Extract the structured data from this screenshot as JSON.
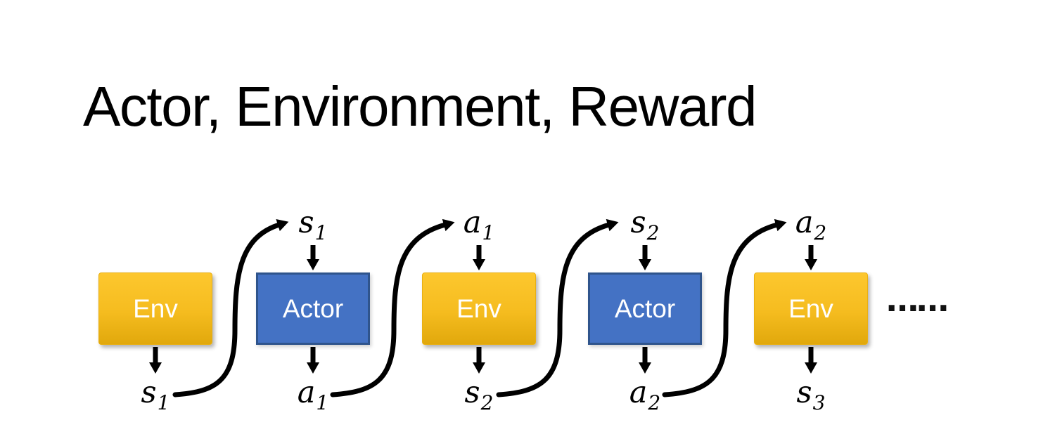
{
  "title": "Actor, Environment, Reward",
  "colors": {
    "env_gradient_top": "#FDC72E",
    "env_gradient_bottom": "#E1A80C",
    "actor_fill": "#4472C4",
    "actor_border": "#2F548C",
    "box_text": "#FFFFFF",
    "arrow": "#000000",
    "title_text": "#000000"
  },
  "diagram": {
    "boxes": [
      {
        "label": "Env"
      },
      {
        "label": "Actor"
      },
      {
        "label": "Env"
      },
      {
        "label": "Actor"
      },
      {
        "label": "Env"
      }
    ],
    "top_labels": [
      {
        "base": "s",
        "sub": "1"
      },
      {
        "base": "a",
        "sub": "1"
      },
      {
        "base": "s",
        "sub": "2"
      },
      {
        "base": "a",
        "sub": "2"
      }
    ],
    "bottom_labels": [
      {
        "base": "s",
        "sub": "1"
      },
      {
        "base": "a",
        "sub": "1"
      },
      {
        "base": "s",
        "sub": "2"
      },
      {
        "base": "a",
        "sub": "2"
      },
      {
        "base": "s",
        "sub": "3"
      }
    ],
    "ellipsis": "……"
  }
}
